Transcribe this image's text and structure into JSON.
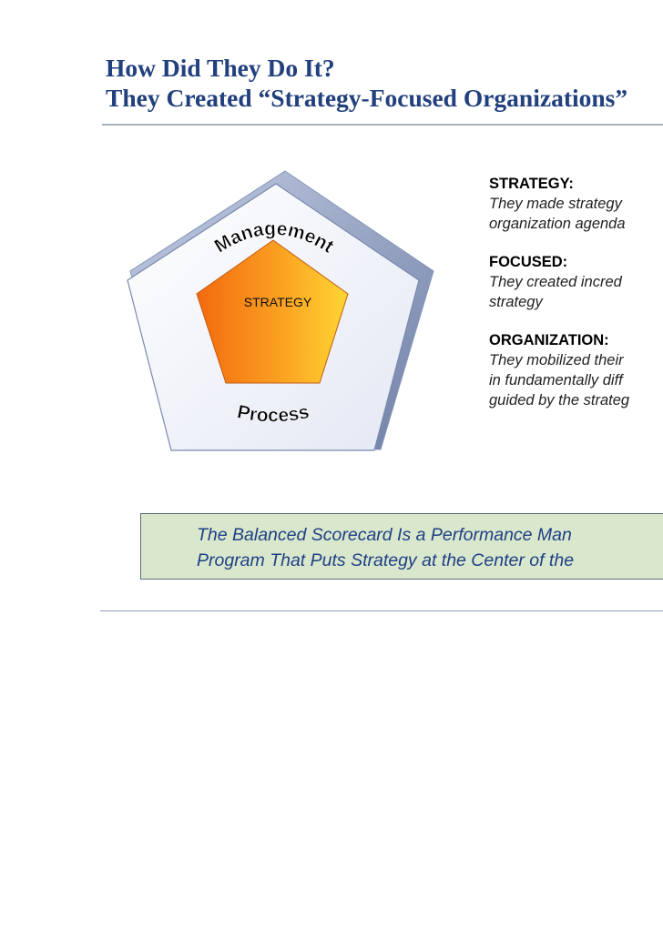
{
  "slide": {
    "title_line1": "How Did They Do It?",
    "title_line2": "They Created “Strategy-Focused Organizations”"
  },
  "diagram": {
    "outer_label_top": "Management",
    "outer_label_bottom": "Process",
    "inner_label": "STRATEGY"
  },
  "definitions": [
    {
      "term": "STRATEGY:",
      "desc1": "They made strategy",
      "desc2": "organization agenda"
    },
    {
      "term": "FOCUSED:",
      "desc1": "They created incred",
      "desc2": "strategy"
    },
    {
      "term": "ORGANIZATION:",
      "desc1": "They mobilized their",
      "desc2": "in fundamentally diff",
      "desc3": "guided by the strateg"
    }
  ],
  "banner": {
    "line1": "The Balanced Scorecard Is a Performance Man",
    "line2": "Program That Puts Strategy at the Center of the"
  },
  "colors": {
    "title": "#21407d",
    "banner_bg": "#d9e8cc",
    "banner_text": "#1f3f86",
    "pentagon_face": "#eef0f8",
    "pentagon_bevel": "#9aa9c9",
    "strategy_gradient_start": "#f26a10",
    "strategy_gradient_end": "#ffd632"
  }
}
